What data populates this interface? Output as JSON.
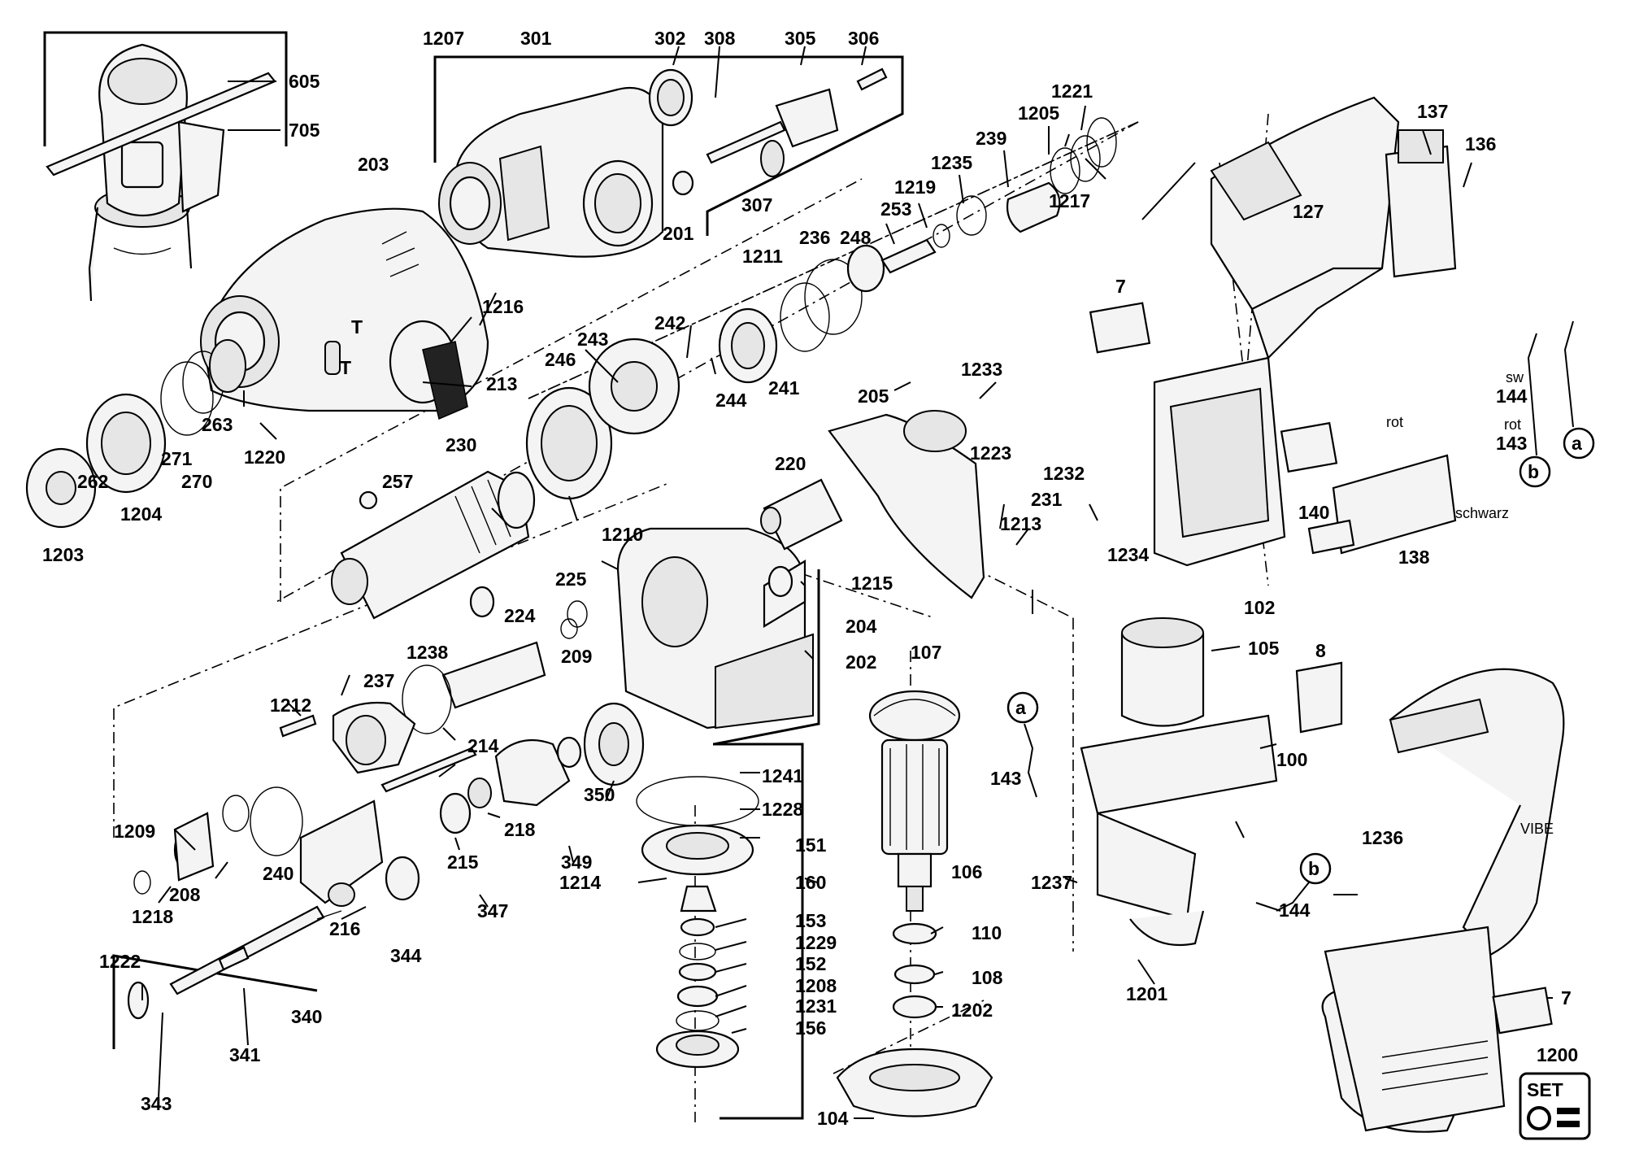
{
  "labels": {
    "l1207": "1207",
    "l301": "301",
    "l302": "302",
    "l308": "308",
    "l305": "305",
    "l306": "306",
    "l605": "605",
    "l705": "705",
    "l203": "203",
    "l201": "201",
    "l307": "307",
    "l1221": "1221",
    "l1205": "1205",
    "l239": "239",
    "l1235": "1235",
    "l1219": "1219",
    "l1217": "1217",
    "l253": "253",
    "l248": "248",
    "l236": "236",
    "l1211": "1211",
    "l137": "137",
    "l136": "136",
    "l127": "127",
    "l1216": "1216",
    "l242": "242",
    "l243": "243",
    "l246": "246",
    "l241": "241",
    "l244": "244",
    "l213": "213",
    "l263": "263",
    "l271": "271",
    "l270": "270",
    "l262": "262",
    "l1204": "1204",
    "l1203": "1203",
    "l1220": "1220",
    "l230": "230",
    "l257": "257",
    "l1233": "1233",
    "l205": "205",
    "l1223": "1223",
    "l220": "220",
    "l7a": "7",
    "l144a": "144",
    "l143a": "143",
    "l140": "140",
    "l138": "138",
    "l1232": "1232",
    "l231": "231",
    "l1213": "1213",
    "l1234": "1234",
    "l1210": "1210",
    "l225": "225",
    "l224": "224",
    "l209": "209",
    "l1215": "1215",
    "l204": "204",
    "l202": "202",
    "l1238": "1238",
    "l237": "237",
    "l1212": "1212",
    "l214": "214",
    "l102": "102",
    "l105": "105",
    "l107": "107",
    "l8": "8",
    "l100": "100",
    "l1209": "1209",
    "l240": "240",
    "l208": "208",
    "l1218": "1218",
    "l218": "218",
    "l215": "215",
    "l350": "350",
    "l349": "349",
    "l1241": "1241",
    "l1228": "1228",
    "l151": "151",
    "l160": "160",
    "l1214": "1214",
    "l143b": "143",
    "l106": "106",
    "l1237": "1237",
    "l144b": "144",
    "l1236": "1236",
    "l216": "216",
    "l347": "347",
    "l344": "344",
    "l153": "153",
    "l1229": "1229",
    "l152": "152",
    "l1208": "1208",
    "l1231": "1231",
    "l156": "156",
    "l110": "110",
    "l108": "108",
    "l1202": "1202",
    "l1201": "1201",
    "l1222": "1222",
    "l340": "340",
    "l341": "341",
    "l343": "343",
    "l104": "104",
    "l7b": "7",
    "l1200": "1200"
  },
  "wires": {
    "sw": "sw",
    "rot1": "rot",
    "rot2": "rot",
    "schwarz": "schwarz"
  },
  "connectors": {
    "a1": "a",
    "b1": "b",
    "a2": "a",
    "b2": "b"
  },
  "set_badge": "SET",
  "housing_markings": {
    "t1": "T",
    "t2": "T",
    "brand": "VIBE"
  }
}
